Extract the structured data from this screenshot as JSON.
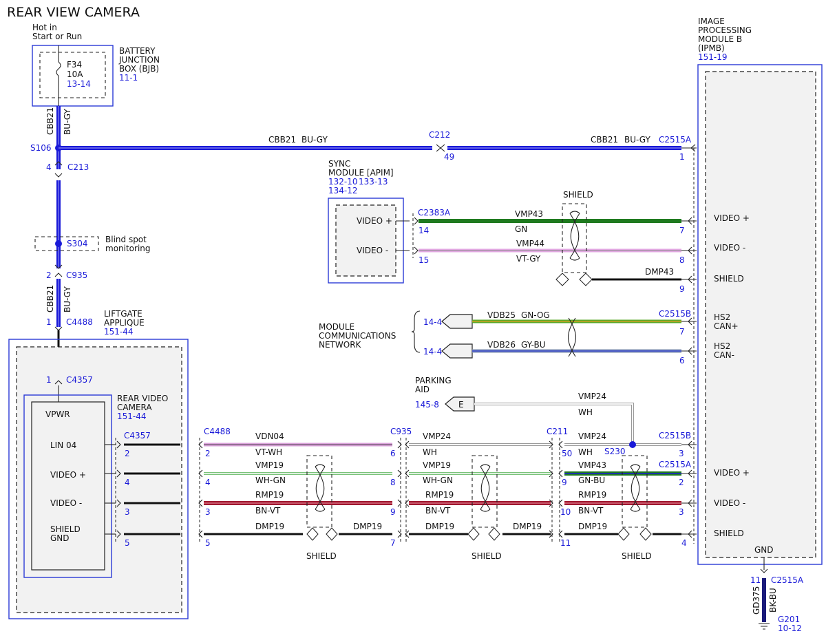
{
  "title": "REAR VIEW CAMERA",
  "hot_in": [
    "Hot in",
    "Start or Run"
  ],
  "bjb": {
    "label": [
      "BATTERY",
      "JUNCTION",
      "BOX (BJB)"
    ],
    "ref": "11-1",
    "fuse": "F34",
    "amp": "10A",
    "pins": "13-14"
  },
  "ipmb": {
    "label": [
      "IMAGE",
      "PROCESSING",
      "MODULE B",
      "(IPMB)"
    ],
    "ref": "151-19",
    "pins": {
      "video_plus": "VIDEO +",
      "video_minus": "VIDEO -",
      "shield": "SHIELD",
      "hs2_can_plus": [
        "HS2",
        "CAN+"
      ],
      "hs2_can_minus": [
        "HS2",
        "CAN-"
      ],
      "video_plus_2": "VIDEO +",
      "video_minus_2": "VIDEO -",
      "shield_2": "SHIELD",
      "gnd": "GND"
    }
  },
  "sync": {
    "label": [
      "SYNC",
      "MODULE [APIM]"
    ],
    "ref1": "132-10",
    "ref2": "133-13",
    "ref3": "134-12",
    "video_plus": "VIDEO +",
    "video_minus": "VIDEO -"
  },
  "mcn": {
    "label": [
      "MODULE",
      "COMMUNICATIONS",
      "NETWORK"
    ],
    "ref_top": "14-4",
    "ref_bottom": "14-4"
  },
  "parking": {
    "label": [
      "PARKING",
      "AID"
    ],
    "ref": "145-8",
    "connector": "E"
  },
  "liftgate": {
    "label": [
      "LIFTGATE",
      "APPLIQUE"
    ],
    "ref": "151-44"
  },
  "camera": {
    "label": [
      "REAR VIDEO",
      "CAMERA"
    ],
    "ref": "151-44",
    "pins": {
      "vpwr": "VPWR",
      "lin": "LIN 04",
      "video_plus": "VIDEO +",
      "video_minus": "VIDEO -",
      "shield_gnd": [
        "SHIELD",
        "GND"
      ]
    }
  },
  "blind_spot": [
    "Blind spot",
    "monitoring"
  ],
  "splices": {
    "s106": "S106",
    "s304": "S304",
    "s230": "S230"
  },
  "connectors": {
    "c213": "C213",
    "c935": "C935",
    "c4488": "C4488",
    "c4357": "C4357",
    "c212": "C212",
    "c2515a": "C2515A",
    "c2383a": "C2383A",
    "c2515b": "C2515B",
    "c211": "C211",
    "g201": "G201",
    "g201_ref": "10-12"
  },
  "pins": {
    "p4": "4",
    "p2": "2",
    "p1": "1",
    "p49": "49",
    "p1b": "1",
    "p14": "14",
    "p15": "15",
    "p7": "7",
    "p8": "8",
    "p9": "9",
    "p7b": "7",
    "p6b": "6",
    "p11": "11",
    "row_lin": [
      "2",
      "2",
      "6",
      "50",
      "3"
    ],
    "row_vid_plus": [
      "4",
      "4",
      "8",
      "9",
      "2"
    ],
    "row_vid_minus": [
      "3",
      "3",
      "9",
      "10",
      "3"
    ],
    "row_shield": [
      "5",
      "5",
      "7",
      "11",
      "4"
    ],
    "p1c": "1"
  },
  "circuits": {
    "cbb21": "CBB21",
    "bugy": "BU-GY",
    "vmp43": "VMP43",
    "gn": "GN",
    "vmp44": "VMP44",
    "vtgy": "VT-GY",
    "dmp43": "DMP43",
    "vdb25": "VDB25",
    "gnog": "GN-OG",
    "vdb26": "VDB26",
    "gybu": "GY-BU",
    "vmp24": "VMP24",
    "wh": "WH",
    "vdn04": "VDN04",
    "vtwh": "VT-WH",
    "vmp19": "VMP19",
    "whgn": "WH-GN",
    "gnbu": "GN-BU",
    "rmp19": "RMP19",
    "bnvt": "BN-VT",
    "dmp19": "DMP19",
    "gd375": "GD375",
    "bkbu": "BK-BU"
  },
  "shield_label": "SHIELD",
  "colors": {
    "blue_wire": "#1a1ad8",
    "green_wire": "#1f7a1f",
    "violet_wire": "#d9a0d9",
    "red_wire": "#a01830",
    "ref_text": "#1a1ad8"
  }
}
